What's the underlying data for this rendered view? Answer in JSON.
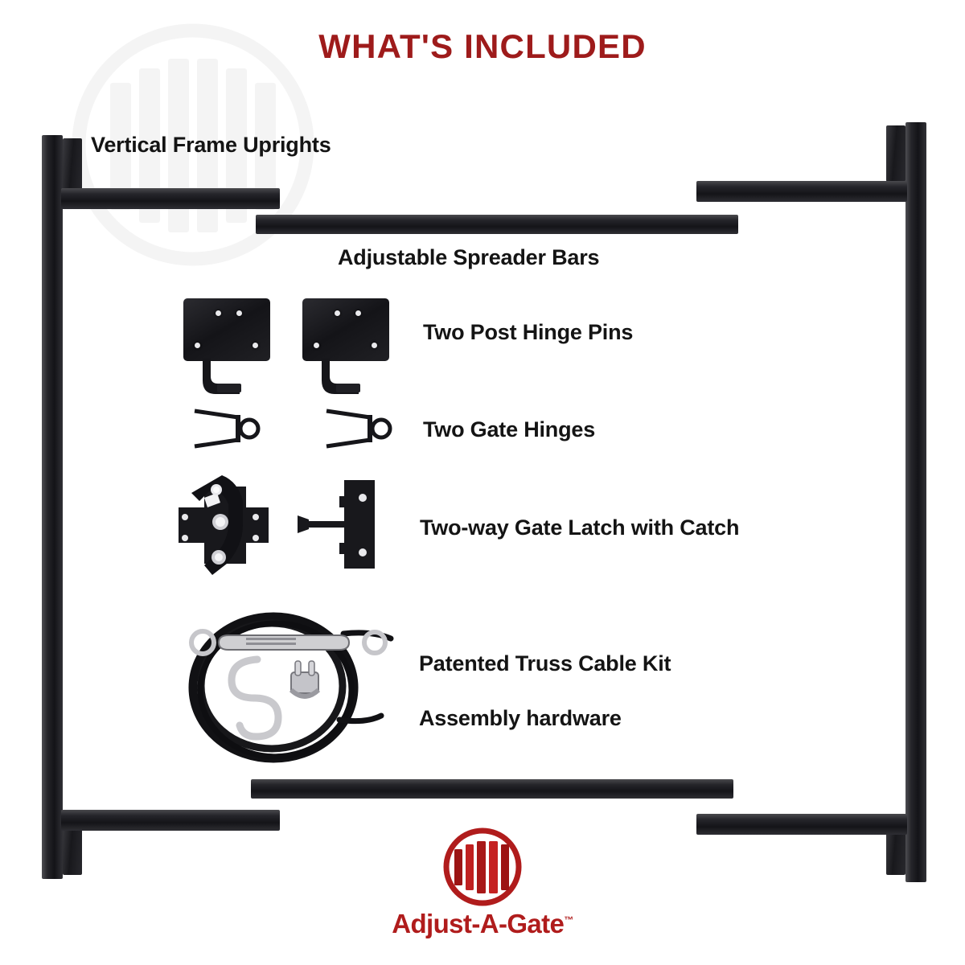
{
  "title": "WHAT'S INCLUDED",
  "colors": {
    "title_red": "#9e1b1b",
    "logo_red": "#b01c1c",
    "label_black": "#141414",
    "metal_black": "#16161a",
    "background": "#ffffff"
  },
  "labels": {
    "uprights": "Vertical Frame Uprights",
    "spreader_bars": "Adjustable Spreader Bars",
    "hinge_pins": "Two Post Hinge Pins",
    "gate_hinges": "Two Gate Hinges",
    "latch": "Two-way Gate Latch with Catch",
    "cable_kit": "Patented Truss Cable Kit",
    "hardware": "Assembly hardware"
  },
  "logo": {
    "wordmark": "Adjust-A-Gate",
    "trademark": "™"
  },
  "parts": [
    {
      "name": "Vertical Frame Uprights",
      "quantity": 2
    },
    {
      "name": "Adjustable Spreader Bars",
      "quantity": 4
    },
    {
      "name": "Two Post Hinge Pins",
      "quantity": 2
    },
    {
      "name": "Two Gate Hinges",
      "quantity": 2
    },
    {
      "name": "Two-way Gate Latch with Catch",
      "quantity": 1
    },
    {
      "name": "Patented Truss Cable Kit",
      "quantity": 1
    },
    {
      "name": "Assembly hardware",
      "quantity": 1
    }
  ]
}
